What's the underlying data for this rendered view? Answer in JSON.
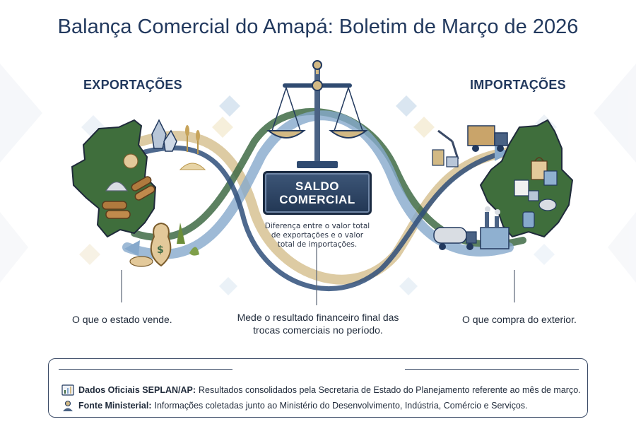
{
  "title": "Balança Comercial do Amapá: Boletim de Março de 2026",
  "exports": {
    "heading": "EXPORTAÇÕES",
    "caption": "O que o estado vende."
  },
  "imports": {
    "heading": "IMPORTAÇÕES",
    "caption": "O que compra do exterior."
  },
  "balance": {
    "label_line1": "SALDO",
    "label_line2": "COMERCIAL",
    "description": "Diferença entre o valor total de exportações e o valor total de importações.",
    "caption": "Mede o resultado financeiro final das trocas comerciais no período."
  },
  "footer": {
    "line1_label": "Dados Oficiais SEPLAN/AP:",
    "line1_text": "Resultados consolidados pela Secretaria de Estado do Planejamento referente ao mês de março.",
    "line2_label": "Fonte Ministerial:",
    "line2_text": "Informações coletadas junto ao Ministério do Desenvolvimento, Indústria, Comércio e Serviços."
  },
  "colors": {
    "navy": "#22395e",
    "green": "#3f6b45",
    "gold": "#d2b984",
    "blue": "#86a9cc",
    "map_green": "#3f6e3c"
  },
  "icons": [
    "scale-icon",
    "minerals-icon",
    "logs-icon",
    "money-bag-icon",
    "wheat-icon",
    "truck-icon",
    "crane-icon",
    "tanker-truck-icon",
    "factory-icon",
    "document-icon",
    "person-icon"
  ]
}
